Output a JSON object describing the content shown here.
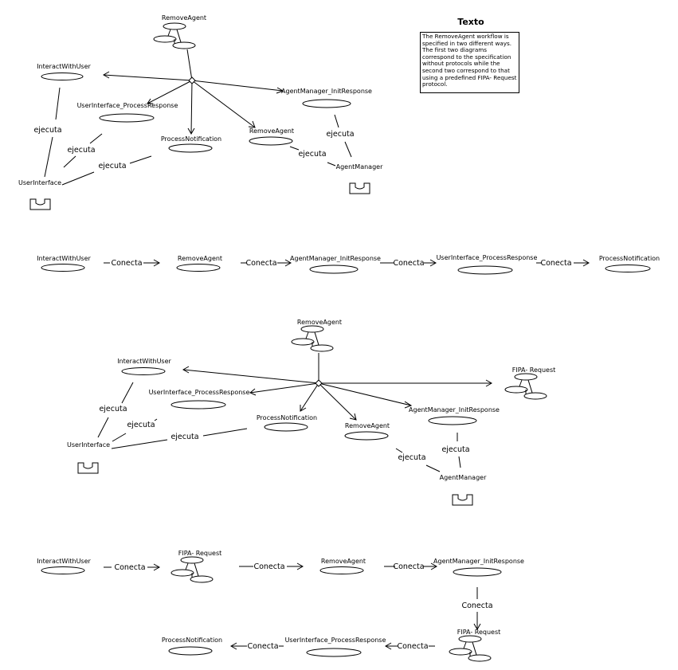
{
  "note": {
    "title": "Texto",
    "text": "The RemoveAgent workflow is specified in two different ways. The first two diagrams correspond to the specification without protocols while the second two correspond to that using a predefined FIPA- Request protocol."
  },
  "labels": {
    "interact_with_user": "InteractWithUser",
    "remove_agent": "RemoveAgent",
    "agent_manager_init_response": "AgentManager_InitResponse",
    "user_interface_process_response": "UserInterface_ProcessResponse",
    "process_notification": "ProcessNotification",
    "user_interface": "UserInterface",
    "agent_manager": "AgentManager",
    "fipa_request": "FIPA- Request"
  },
  "relations": {
    "ejecuta": "ejecuta",
    "conecta": "Conecta"
  }
}
